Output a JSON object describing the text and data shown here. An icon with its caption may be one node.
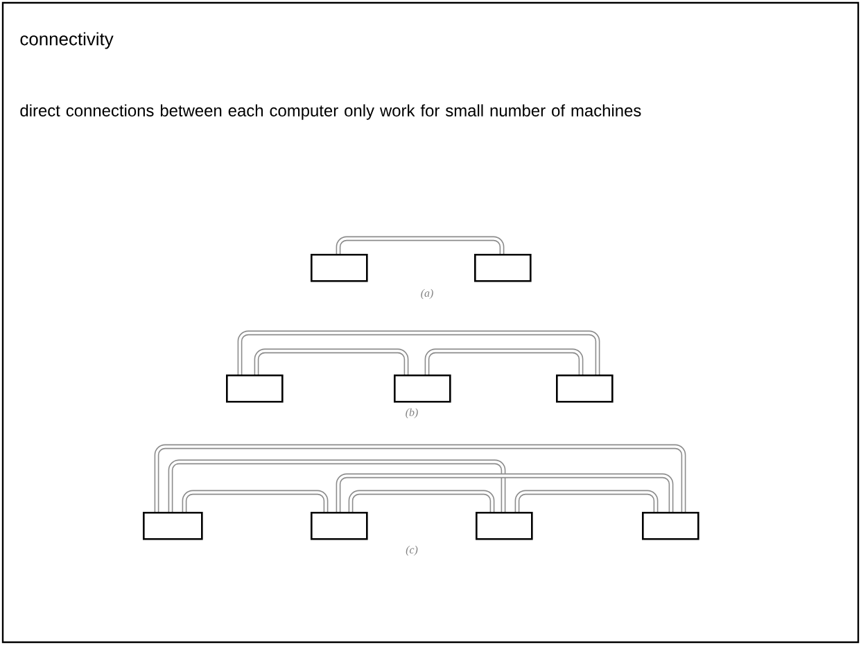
{
  "diagram": {
    "title": "connectivity",
    "caption": "direct connections between each computer only work for small number of machines",
    "nodes": [
      {
        "text": [],
        "shape": "box"
      },
      {
        "text": [],
        "shape": "box"
      },
      {
        "text": [],
        "shape": "box"
      },
      {
        "text": [],
        "shape": "box"
      },
      {
        "text": [],
        "shape": "box"
      },
      {
        "text": [],
        "shape": "box"
      },
      {
        "text": [],
        "shape": "box"
      },
      {
        "text": [],
        "shape": "box"
      },
      {
        "text": [],
        "shape": "box"
      }
    ],
    "edges": [
      {
        "from": 0,
        "to": 1,
        "arrow": "none"
      },
      {
        "from": 2,
        "to": 4,
        "arrow": "none"
      },
      {
        "from": 2,
        "to": 3,
        "arrow": "none"
      },
      {
        "from": 3,
        "to": 4,
        "arrow": "none"
      },
      {
        "from": 5,
        "to": 8,
        "arrow": "none"
      },
      {
        "from": 5,
        "to": 7,
        "arrow": "none"
      },
      {
        "from": 6,
        "to": 8,
        "arrow": "none"
      },
      {
        "from": 5,
        "to": 6,
        "arrow": "none"
      },
      {
        "from": 6,
        "to": 7,
        "arrow": "none"
      },
      {
        "from": 7,
        "to": 8,
        "arrow": "none"
      }
    ],
    "labels": [
      "(a)",
      "(b)",
      "(c)"
    ]
  }
}
